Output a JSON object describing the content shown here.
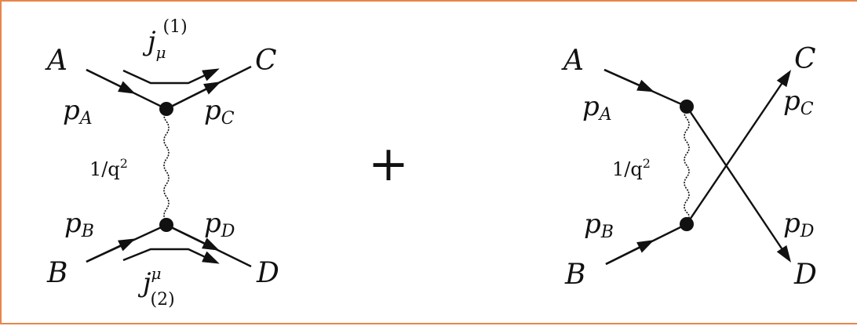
{
  "colors": {
    "border": "#e8864a",
    "ink": "#111111"
  },
  "left_diagram": {
    "external_lines": {
      "A": "A",
      "B": "B",
      "C": "C",
      "D": "D"
    },
    "momenta": {
      "pA": {
        "main": "p",
        "sub": "A"
      },
      "pB": {
        "main": "p",
        "sub": "B"
      },
      "pC": {
        "main": "p",
        "sub": "C"
      },
      "pD": {
        "main": "p",
        "sub": "D"
      }
    },
    "current_top": {
      "main": "j",
      "sub": "μ",
      "sup": "(1)"
    },
    "current_bottom": {
      "main": "j",
      "sup": "μ",
      "sub": "(2)"
    },
    "propagator": {
      "num": "1/q",
      "exp": "2"
    }
  },
  "operator": "+",
  "right_diagram": {
    "external_lines": {
      "A": "A",
      "B": "B",
      "C": "C",
      "D": "D"
    },
    "momenta": {
      "pA": {
        "main": "p",
        "sub": "A"
      },
      "pB": {
        "main": "p",
        "sub": "B"
      },
      "pC": {
        "main": "p",
        "sub": "C"
      },
      "pD": {
        "main": "p",
        "sub": "D"
      }
    },
    "propagator": {
      "num": "1/q",
      "exp": "2"
    }
  }
}
